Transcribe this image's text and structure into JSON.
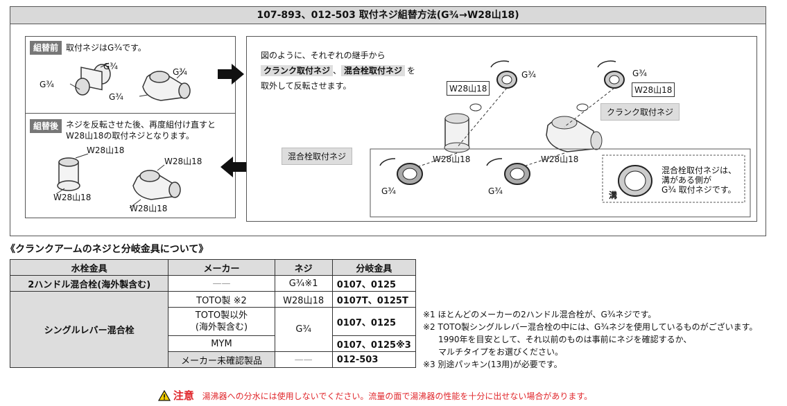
{
  "header": {
    "title": "107-893、012-503 取付ネジ組替方法(G¾→W28山18)"
  },
  "before": {
    "tag": "組替前",
    "text": "取付ネジはG¾です。",
    "labels": [
      "G¾",
      "G¾",
      "G¾",
      "G¾"
    ]
  },
  "after": {
    "tag": "組替後",
    "text_line1": "ネジを反転させた後、再度組付け直すと",
    "text_line2": "W28山18の取付ネジとなります。",
    "labels": [
      "W28山18",
      "W28山18",
      "W28山18",
      "W28山18"
    ]
  },
  "instructions": {
    "line1": "図のように、それぞれの継手から",
    "tag1": "クランク取付ネジ",
    "sep": "、",
    "tag2": "混合栓取付ネジ",
    "line2_suffix": "を",
    "line3": "取外して反転させます。"
  },
  "diagram": {
    "label_top_left_w": "W28山18",
    "label_top_left_g": "G¾",
    "label_top_right_g": "G¾",
    "label_top_right_w": "W28山18",
    "crank_label": "クランク取付ネジ",
    "mixer_label": "混合栓取付ネジ",
    "bottom_left_w": "W28山18",
    "bottom_left_g": "G¾",
    "bottom_right_w": "W28山18",
    "bottom_right_g": "G¾",
    "groove": "溝",
    "groove_note_l1": "混合栓取付ネジは、",
    "groove_note_l2": "溝がある側が",
    "groove_note_l3": "G¾ 取付ネジです。"
  },
  "section_title": "《クランクアームのネジと分岐金具について》",
  "table": {
    "headers": [
      "水栓金具",
      "メーカー",
      "ネジ",
      "分岐金具"
    ],
    "row1": {
      "fixture": "2ハンドル混合栓(海外製含む)",
      "maker": "——",
      "screw": "G¾※1",
      "branch": "0107、0125"
    },
    "single_lever": "シングルレバー混合栓",
    "row2": {
      "maker": "TOTO製 ※2",
      "screw": "W28山18",
      "branch": "0107T、0125T"
    },
    "row3": {
      "maker_l1": "TOTO製以外",
      "maker_l2": "(海外製含む)",
      "screw": "G¾",
      "branch": "0107、0125"
    },
    "row4": {
      "maker": "MYM",
      "branch": "0107、0125※3"
    },
    "row5": {
      "maker": "メーカー未確認製品",
      "screw": "——",
      "branch": "012-503"
    }
  },
  "notes": {
    "n1": "※1 ほとんどのメーカーの2ハンドル混合栓が、G¾ネジです。",
    "n2": "※2 TOTO製シングルレバー混合栓の中には、G¾ネジを使用しているものがございます。",
    "n2b": "1990年を目安として、それ以前のものは事前にネジを確認するか、",
    "n2c": "マルチタイプをお選びください。",
    "n3": "※3 別途パッキン(13用)が必要です。"
  },
  "caution": {
    "label": "注意",
    "text": "湯沸器への分水には使用しないでください。流量の面で湯沸器の性能を十分に出せない場合があります。"
  },
  "colors": {
    "caution_red": "#e0262b",
    "tag_gray": "#777777",
    "header_gray": "#dddddd"
  }
}
